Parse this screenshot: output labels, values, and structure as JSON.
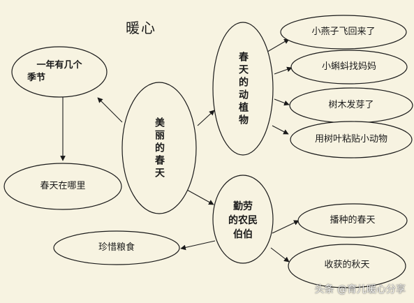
{
  "title": "暖心",
  "center": {
    "text": "美丽的春天"
  },
  "nodes": {
    "seasons": {
      "line1": "一年有几个",
      "line2": "季节"
    },
    "where": {
      "text": "春天在哪里"
    },
    "animals": {
      "text": "春天的动植物"
    },
    "farmers": {
      "line1": "勤劳",
      "line2": "的农民",
      "line3": "伯伯"
    },
    "grain": {
      "text": "珍惜粮食"
    }
  },
  "animal_items": [
    "小燕子飞回来了",
    "小蝌蚪找妈妈",
    "树木发芽了",
    "用树叶粘贴小动物"
  ],
  "farmer_items": [
    "播种的春天",
    "收获的秋天"
  ],
  "watermark": "头条 @育儿暖心分享",
  "colors": {
    "background": "#f7f3e1",
    "stroke": "#1a1a1a"
  }
}
